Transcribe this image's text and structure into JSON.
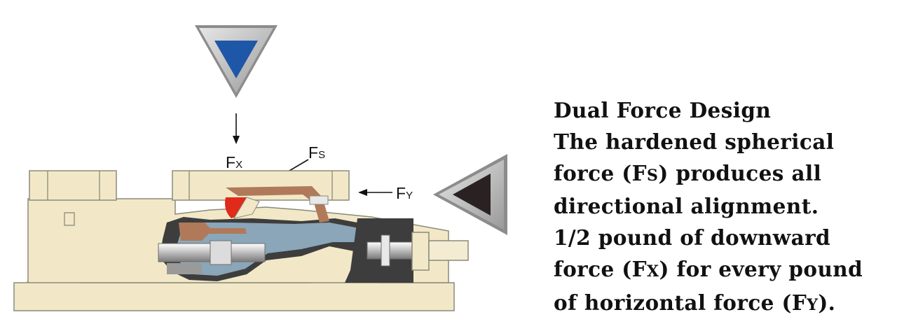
{
  "labels": {
    "fx": {
      "main": "F",
      "sub": "X"
    },
    "fs": {
      "main": "F",
      "sub": "S"
    },
    "fy": {
      "main": "F",
      "sub": "Y"
    }
  },
  "caption": {
    "lines": [
      {
        "text": "Dual Force Design"
      },
      {
        "text": "The hardened spherical"
      },
      {
        "pre": "force (F",
        "sub": "S",
        "post": ") produces all"
      },
      {
        "text": "directional alignment."
      },
      {
        "text": "1/2 pound of downward"
      },
      {
        "pre": "force (F",
        "sub": "X",
        "post": ") for every pound"
      },
      {
        "pre": "of horizontal force (F",
        "sub": "Y",
        "post": ")."
      }
    ]
  },
  "colors": {
    "vise_body": "#f2e8c8",
    "outline": "#8a8a7a",
    "down_arrow": "#1f57a8",
    "side_arrow": "#2a2222",
    "sphere": "#e02a1a",
    "fluid": "#8aa6b8",
    "copper": "#b07a5a"
  }
}
